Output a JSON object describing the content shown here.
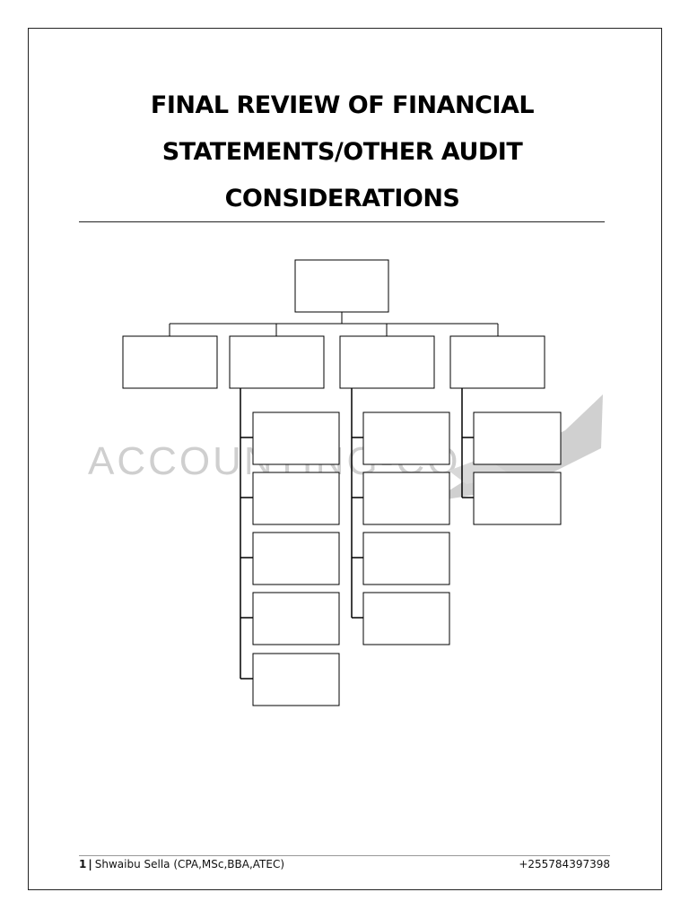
{
  "document": {
    "title_lines": [
      "FINAL REVIEW OF FINANCIAL",
      "STATEMENTS/OTHER AUDIT",
      "CONSIDERATIONS"
    ]
  },
  "watermark": {
    "text": "ACCOUNTING-CO"
  },
  "footer": {
    "page_number": "1",
    "separator": "|",
    "author": "Shwaibu Sella (CPA,MSc,BBA,ATEC)",
    "phone": "+255784397398"
  }
}
